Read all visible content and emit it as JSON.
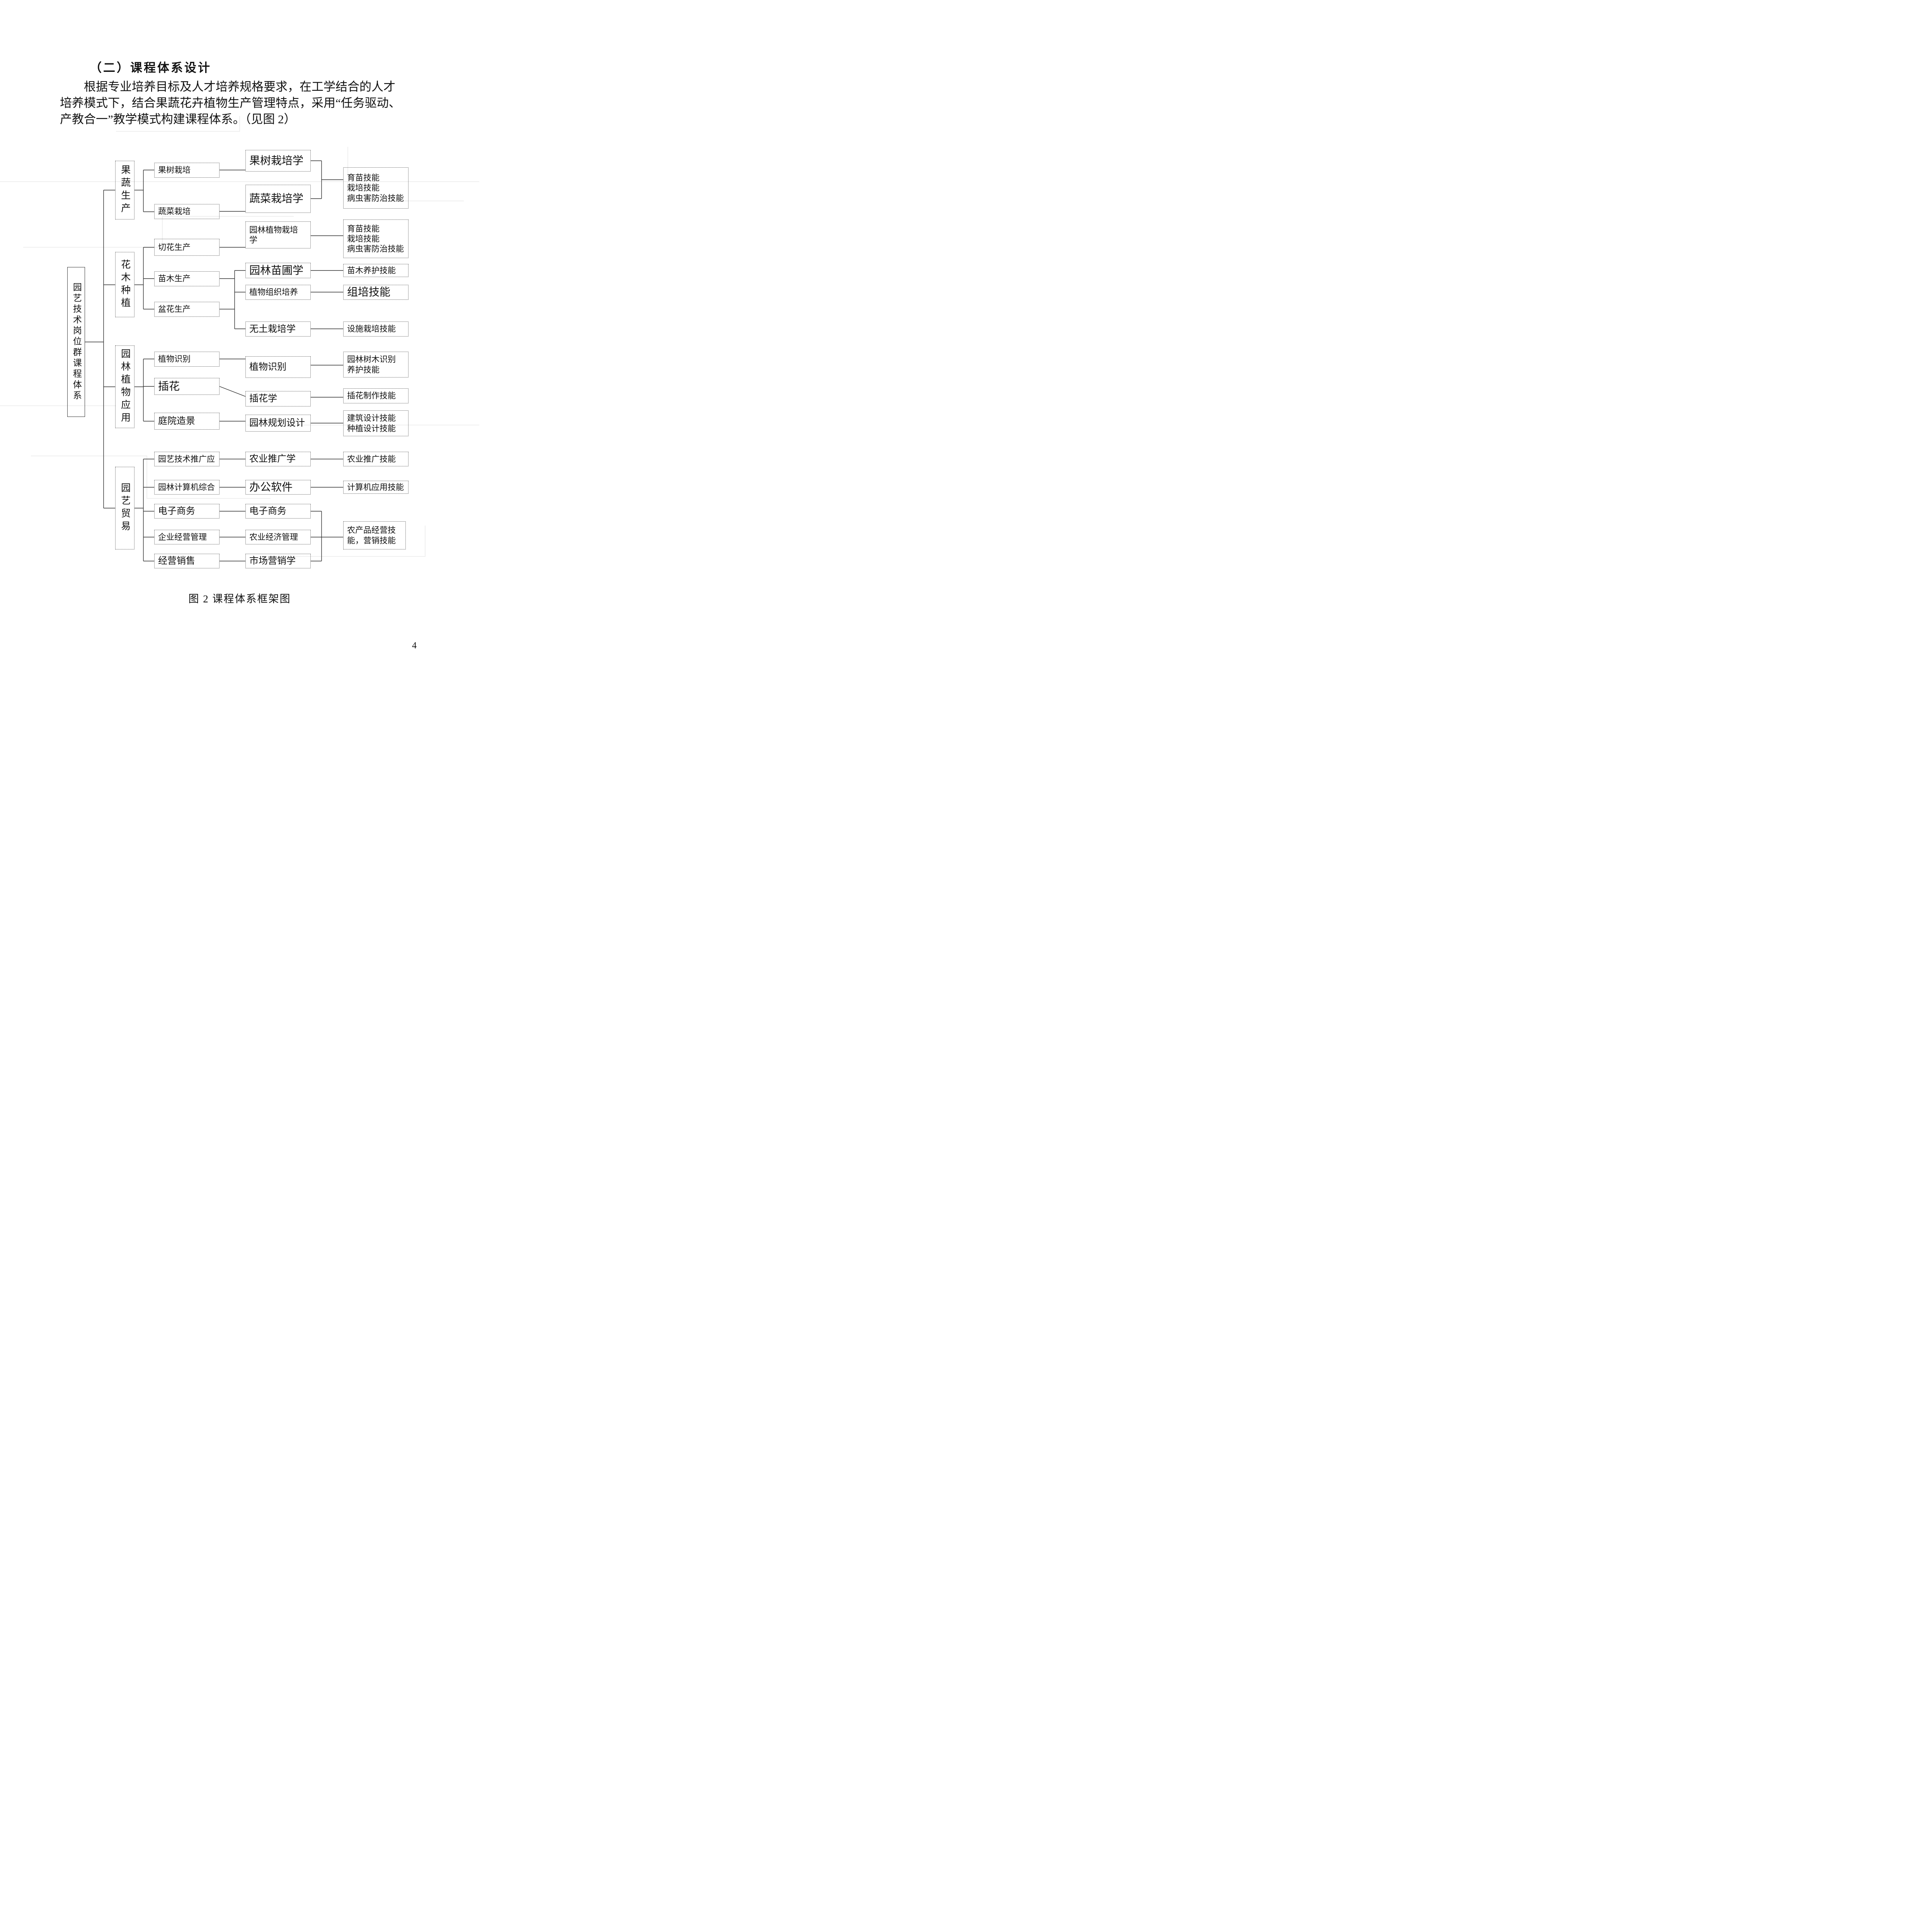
{
  "document": {
    "heading": "（二）课程体系设计",
    "body_lines": {
      "line1": "根据专业培养目标及人才培养规格要求，在工学结合的人才",
      "line2": "培养模式下，结合果蔬花卉植物生产管理特点，采用“任务驱动、",
      "line3": "产教合一”教学模式构建课程体系。（见图 2）"
    },
    "figure_caption": "图 2   课程体系框架图",
    "page_number": "4"
  },
  "diagram": {
    "root": "园艺技术岗位群课程体系",
    "categories": [
      "果蔬生产",
      "花木种植",
      "园林植物应用",
      "园艺贸易"
    ],
    "tasks": [
      "果树栽培",
      "蔬菜栽培",
      "切花生产",
      "苗木生产",
      "盆花生产",
      "植物识别",
      "插花",
      "庭院造景",
      "园艺技术推广应",
      "园林计算机综合",
      "电子商务",
      "企业经营管理",
      "经营销售"
    ],
    "courses": [
      "果树栽培学",
      "蔬菜栽培学",
      "园林植物栽培\n学",
      "园林苗圃学",
      "植物组织培养",
      "无土栽培学",
      "植物识别",
      "插花学",
      "园林规划设计",
      "农业推广学",
      "办公软件",
      "电子商务",
      "农业经济管理",
      "市场营销学"
    ],
    "skills": [
      "育苗技能\n栽培技能\n病虫害防治技能",
      "育苗技能\n栽培技能\n病虫害防治技能",
      "苗木养护技能",
      "组培技能",
      "设施栽培技能",
      "园林树木识别\n养护技能",
      "插花制作技能",
      "建筑设计技能\n种植设计技能",
      "农业推广技能",
      "计算机应用技能",
      "农产品经营技\n能，营销技能"
    ]
  }
}
